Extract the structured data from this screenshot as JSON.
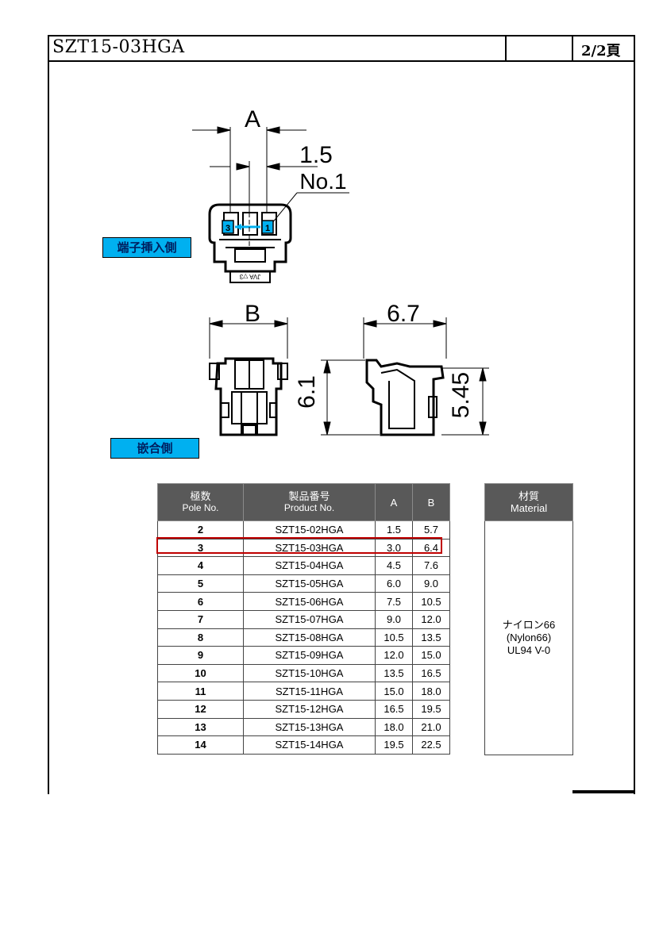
{
  "header": {
    "title": "SZT15-03HGA",
    "page": "2/2頁"
  },
  "labels": {
    "terminal_side": "端子挿入側",
    "mating_side": "嵌合側"
  },
  "dimensions": {
    "A": "A",
    "pitch": "1.5",
    "no1": "No.1",
    "B": "B",
    "depth": "6.7",
    "height1": "6.1",
    "height2": "5.45",
    "pin3": "3",
    "pin1": "1",
    "stamp": "JVA ▽3"
  },
  "product_table": {
    "headers": {
      "pole_jp": "極数",
      "pole_en": "Pole No.",
      "prod_jp": "製品番号",
      "prod_en": "Product No.",
      "a": "A",
      "b": "B"
    },
    "rows": [
      {
        "pole": "2",
        "product": "SZT15-02HGA",
        "a": "1.5",
        "b": "5.7"
      },
      {
        "pole": "3",
        "product": "SZT15-03HGA",
        "a": "3.0",
        "b": "6.4"
      },
      {
        "pole": "4",
        "product": "SZT15-04HGA",
        "a": "4.5",
        "b": "7.6"
      },
      {
        "pole": "5",
        "product": "SZT15-05HGA",
        "a": "6.0",
        "b": "9.0"
      },
      {
        "pole": "6",
        "product": "SZT15-06HGA",
        "a": "7.5",
        "b": "10.5"
      },
      {
        "pole": "7",
        "product": "SZT15-07HGA",
        "a": "9.0",
        "b": "12.0"
      },
      {
        "pole": "8",
        "product": "SZT15-08HGA",
        "a": "10.5",
        "b": "13.5"
      },
      {
        "pole": "9",
        "product": "SZT15-09HGA",
        "a": "12.0",
        "b": "15.0"
      },
      {
        "pole": "10",
        "product": "SZT15-10HGA",
        "a": "13.5",
        "b": "16.5"
      },
      {
        "pole": "11",
        "product": "SZT15-11HGA",
        "a": "15.0",
        "b": "18.0"
      },
      {
        "pole": "12",
        "product": "SZT15-12HGA",
        "a": "16.5",
        "b": "19.5"
      },
      {
        "pole": "13",
        "product": "SZT15-13HGA",
        "a": "18.0",
        "b": "21.0"
      },
      {
        "pole": "14",
        "product": "SZT15-14HGA",
        "a": "19.5",
        "b": "22.5"
      }
    ],
    "highlight_color": "#c00000"
  },
  "material_table": {
    "header_jp": "材質",
    "header_en": "Material",
    "line1": "ナイロン66",
    "line2": "(Nylon66)",
    "line3": "UL94 V-0"
  },
  "colors": {
    "label_bg": "#00b0f0",
    "header_bg": "#595959"
  }
}
